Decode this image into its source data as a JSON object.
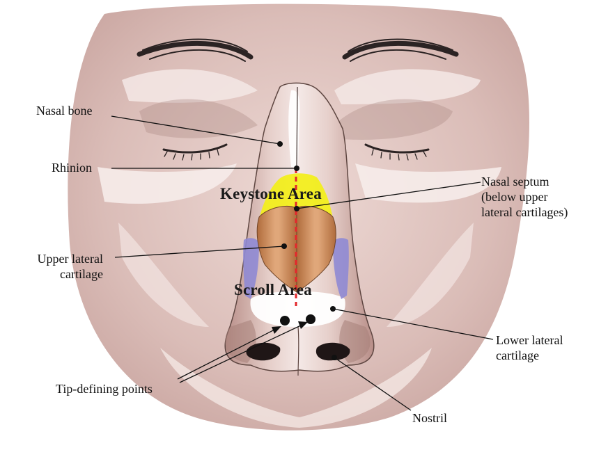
{
  "labels": {
    "nasal_bone": "Nasal bone",
    "rhinion": "Rhinion",
    "upper_lateral_cartilage": "Upper lateral\ncartilage",
    "tip_defining_points": "Tip-defining points",
    "nasal_septum": "Nasal septum\n(below upper\nlateral cartilages)",
    "lower_lateral_cartilage": "Lower lateral\ncartilage",
    "nostril": "Nostril"
  },
  "regions": {
    "keystone_area": "Keystone Area",
    "scroll_area": "Scroll Area"
  },
  "colors": {
    "skin": "#c9a19b",
    "skin_shadow": "#9c7670",
    "keystone": "#f2ee1e",
    "upper_lateral": "#c98656",
    "lower_lateral": "#8f8ad4",
    "septum_line": "#e3262b",
    "leader_line": "#111111"
  }
}
